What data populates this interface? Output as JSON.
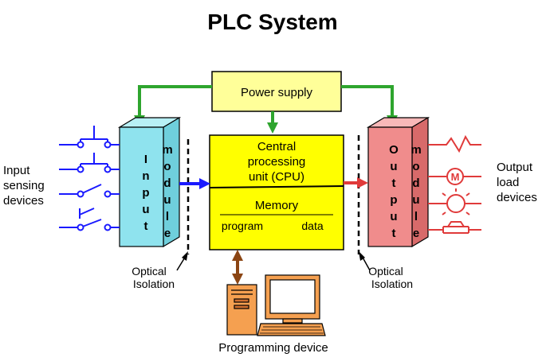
{
  "title": "PLC System",
  "power_supply": {
    "label": "Power supply"
  },
  "cpu": {
    "lines": [
      "Central",
      "processing",
      "unit (CPU)"
    ]
  },
  "memory": {
    "label": "Memory",
    "program_label": "program",
    "data_label": "data"
  },
  "input_module": {
    "letters_left": [
      "I",
      "n",
      "p",
      "u",
      "t"
    ],
    "letters_right": [
      "m",
      "o",
      "d",
      "u",
      "l",
      "e"
    ]
  },
  "output_module": {
    "letters_left": [
      "O",
      "u",
      "t",
      "p",
      "u",
      "t"
    ],
    "letters_right": [
      "m",
      "o",
      "d",
      "u",
      "l",
      "e"
    ]
  },
  "input_devices": {
    "lines": [
      "Input",
      "sensing",
      "devices"
    ]
  },
  "output_devices": {
    "lines": [
      "Output",
      "load",
      "devices"
    ]
  },
  "isolation_left": {
    "lines": [
      "Optical",
      "Isolation"
    ]
  },
  "isolation_right": {
    "lines": [
      "Optical",
      "Isolation"
    ]
  },
  "programming_device": {
    "label": "Programming device"
  },
  "motor_symbol": "M",
  "colors": {
    "input_module": "#8fe3ee",
    "output_module": "#f08c8c",
    "cpu": "#ffff00",
    "power_supply": "#ffff99",
    "power_line": "#2ea52e",
    "input_wiring": "#1a1aff",
    "output_wiring": "#e03a3a",
    "computer": "#f5a050"
  }
}
